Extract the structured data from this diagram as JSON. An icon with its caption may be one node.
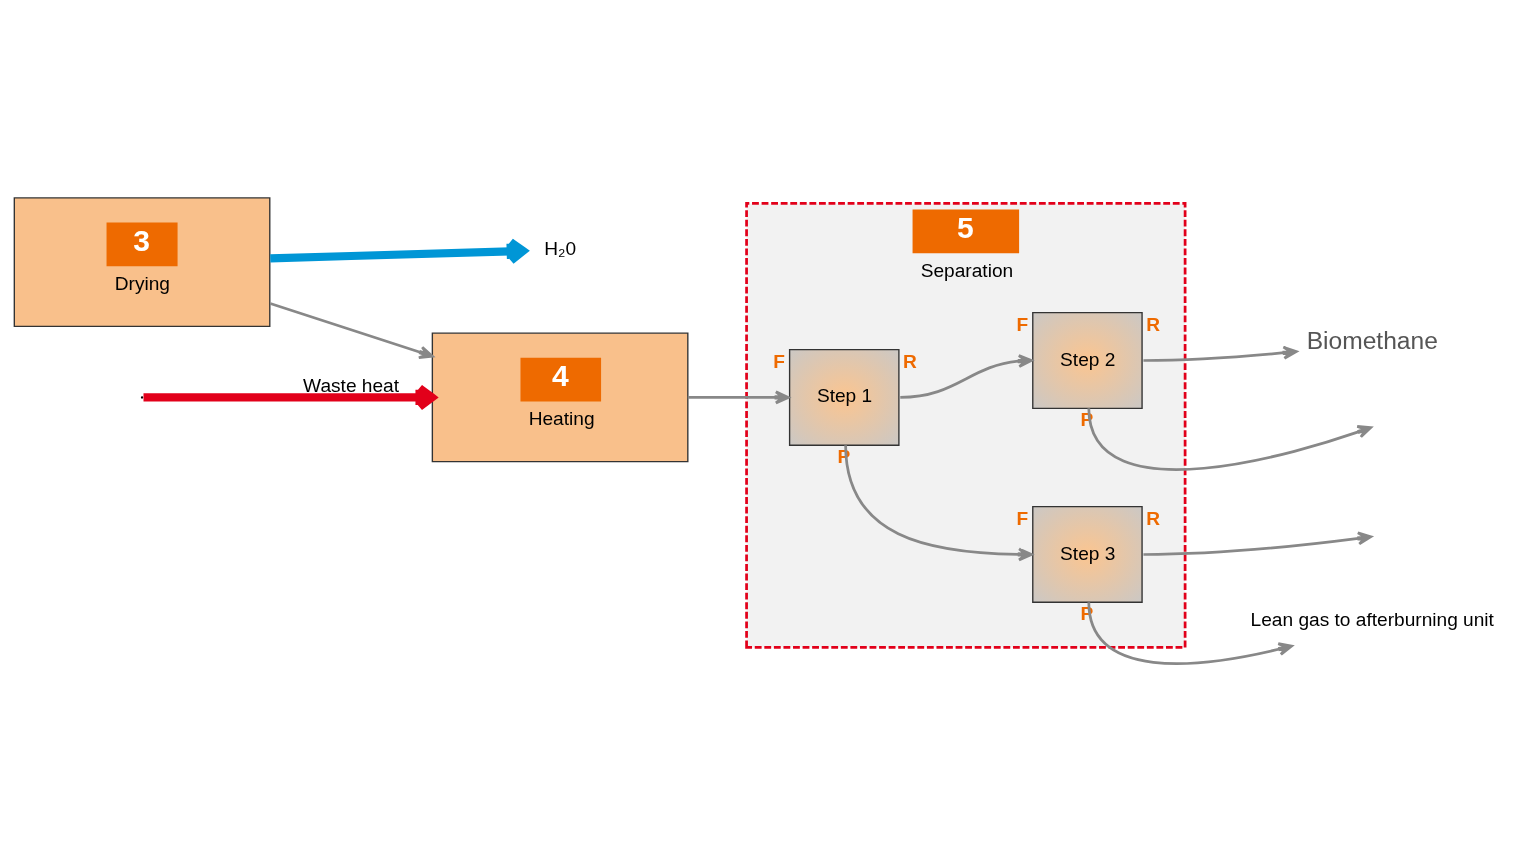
{
  "diagram": {
    "nodes": [
      {
        "text": [
          "3",
          "Drying"
        ]
      },
      {
        "text": [
          "4",
          "Heating"
        ]
      },
      {
        "text": [
          "5",
          "Separation"
        ]
      },
      {
        "text": [
          "Step 1"
        ],
        "in": 2,
        "beside": [
          "F",
          "R",
          "P"
        ]
      },
      {
        "text": [
          "Step 2"
        ],
        "in": 2,
        "beside": [
          "F",
          "R",
          "P"
        ]
      },
      {
        "text": [
          "Step 3"
        ],
        "in": 2,
        "beside": [
          "F",
          "R",
          "P"
        ]
      },
      {
        "text": [
          "H₂0"
        ]
      },
      {
        "text": [
          "Biomethane"
        ]
      },
      {
        "text": [
          "Lean gas to afterburning unit"
        ]
      }
    ],
    "edges": [
      {
        "from": null,
        "to": 1,
        "arrow": "to",
        "label": "Waste heat",
        "style": "thick",
        "color": "#e2001a"
      },
      {
        "from": 0,
        "to": 1,
        "arrow": "to"
      },
      {
        "from": 0,
        "to": 6,
        "arrow": "to",
        "style": "thick",
        "color": "#0096d6"
      },
      {
        "from": 1,
        "to": 3,
        "arrow": "to"
      },
      {
        "from": 3,
        "to": 4,
        "arrow": "to"
      },
      {
        "from": 4,
        "to": 7,
        "arrow": "to"
      },
      {
        "from": 3,
        "to": 5,
        "arrow": "to"
      },
      {
        "from": 4,
        "to": null,
        "arrow": "to"
      },
      {
        "from": 5,
        "to": null,
        "arrow": "to"
      },
      {
        "from": 5,
        "to": 8,
        "arrow": "to"
      }
    ]
  }
}
